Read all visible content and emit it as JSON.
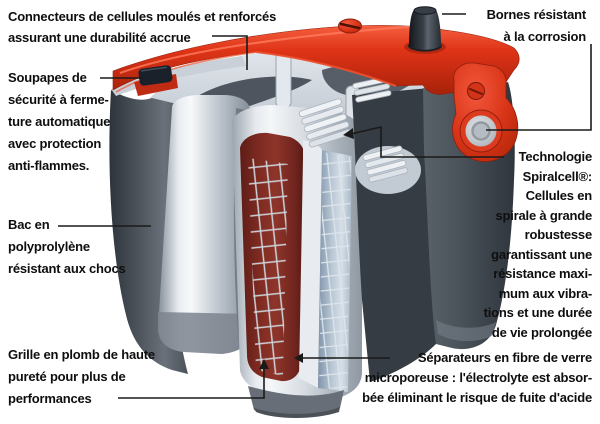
{
  "figure": {
    "background": "#ffffff",
    "labels": {
      "connecteurs": {
        "lines": [
          "Connecteurs de cellules moulés et renforcés",
          "assurant une durabilité accrue"
        ]
      },
      "soupapes": {
        "lines": [
          "Soupapes de",
          "sécurité à ferme-",
          "ture automatique",
          "avec protection",
          "anti-flammes."
        ]
      },
      "bac": {
        "lines": [
          "Bac en",
          "polyprolylène",
          "résistant aux chocs"
        ]
      },
      "grille": {
        "lines": [
          "Grille en plomb de haute",
          "pureté pour plus de",
          "performances"
        ]
      },
      "bornes": {
        "lines": [
          "Bornes résistant",
          "à la corrosion"
        ]
      },
      "technologie": {
        "lines": [
          "Technologie",
          "Spiralcell®:",
          "Cellules en",
          "spirale à grande",
          "robustesse",
          "garantissant une",
          "résistance maxi-",
          "mum aux vibra-",
          "tions et une durée",
          "de vie prolongée"
        ]
      },
      "separateurs": {
        "lines": [
          "Séparateurs en fibre de verre",
          "microporeuse : l'électrolyte est absor-",
          "bée éliminant le risque de fuite d'acide"
        ]
      }
    },
    "colors": {
      "lid_red": "#d93217",
      "case_dark": "#4a525a",
      "cell_silver": "#e6eaee",
      "spiral_red": "#7f2b22",
      "grid_blue": "#b9c7d4",
      "terminal_black": "#23272d",
      "leader_line": "#1a1a1a",
      "text": "#0e0e0e"
    }
  }
}
